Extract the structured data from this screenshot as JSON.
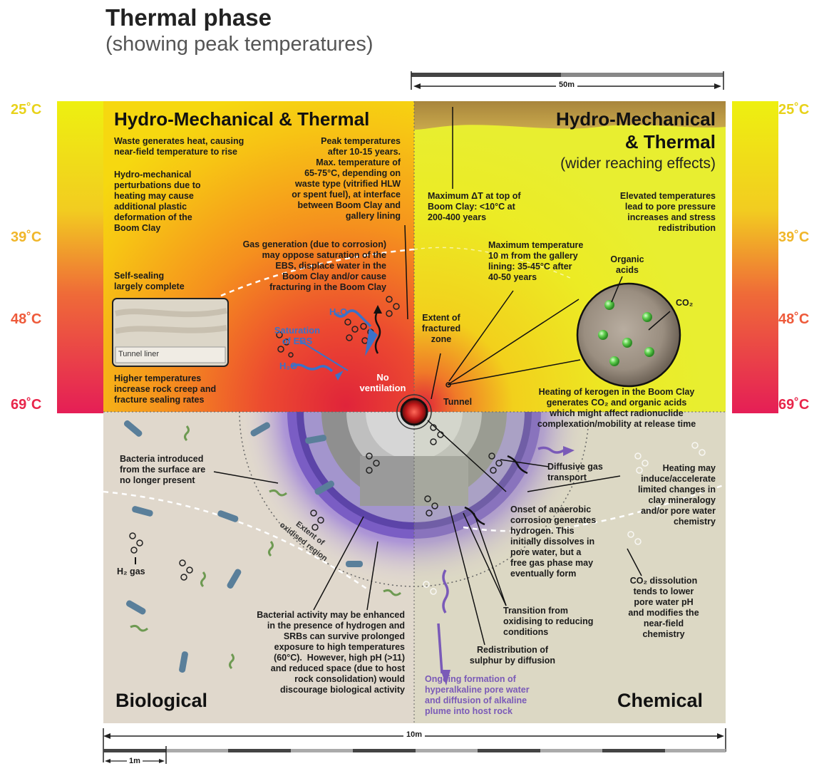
{
  "header": {
    "title": "Thermal phase",
    "subtitle": "(showing peak temperatures)"
  },
  "scale_bars": {
    "top": "50m",
    "bottom": "10m",
    "bottom_small": "1m"
  },
  "temperature_scale": {
    "ticks": [
      "25˚C",
      "39˚C",
      "48˚C",
      "69˚C"
    ],
    "colors": {
      "25˚C": "#e8d21a",
      "39˚C": "#f0b62a",
      "48˚C": "#ee5a3a",
      "69˚C": "#e8254a"
    }
  },
  "quadrants": {
    "top_left": {
      "heading": "Hydro-Mechanical & Thermal",
      "texts": {
        "waste_heat": "Waste generates heat, causing\nnear-field temperature to rise",
        "hydro_mech": "Hydro-mechanical\nperturbations due to\nheating may cause\nadditional plastic\ndeformation of the\nBoom Clay",
        "peak_temps": "Peak temperatures\nafter 10-15 years.\nMax. temperature of\n65-75°C, depending on\nwaste type (vitrified HLW\nor spent fuel), at interface\nbetween Boom Clay and\ngallery lining",
        "gas_generation": "Gas generation (due to corrosion)\nmay oppose saturation of the\nEBS, displace water in the\nBoom Clay and/or cause\nfracturing in the Boom Clay",
        "self_sealing": "Self-sealing\nlargely complete",
        "tunnel_liner": "Tunnel liner",
        "higher_temps": "Higher temperatures\nincrease rock creep and\nfracture sealing rates",
        "saturation": "Saturation\nof EBS",
        "h2o_a": "H₂O",
        "h2o_b": "H₂O",
        "no_ventilation": "No\nventilation"
      }
    },
    "top_right": {
      "heading_line1": "Hydro-Mechanical",
      "heading_line2": "& Thermal",
      "subheading": "(wider reaching effects)",
      "texts": {
        "max_delta_t": "Maximum ΔT at top of\nBoom Clay: <10°C at\n200-400 years",
        "elevated_temps": "Elevated temperatures\nlead to pore pressure\nincreases and stress\nredistribution",
        "max_temp_10m": "Maximum temperature\n10 m from the gallery\nlining: 35-45°C after\n40-50 years",
        "organic_acids": "Organic\nacids",
        "co2": "CO₂",
        "extent_fractured": "Extent of\nfractured\nzone",
        "tunnel": "Tunnel",
        "kerogen": "Heating of kerogen in the Boom Clay\ngenerates CO₂ and organic acids\nwhich might affect radionuclide\ncomplexation/mobility at release time"
      }
    },
    "bottom_left": {
      "heading": "Biological",
      "texts": {
        "bacteria_surface": "Bacteria introduced\nfrom the surface are\nno longer present",
        "h2_gas": "H₂ gas",
        "extent_oxidised": "Extent of\noxidised region",
        "bacterial_activity": "Bacterial activity may be enhanced\nin the presence of hydrogen and\nSRBs can survive prolonged\nexposure to high temperatures\n(60°C).  However, high pH (>11)\nand reduced space (due to host\nrock consolidation) would\ndiscourage biological activity"
      }
    },
    "bottom_right": {
      "heading": "Chemical",
      "texts": {
        "diffusive_gas": "Diffusive gas\ntransport",
        "heating_may": "Heating may\ninduce/accelerate\nlimited changes in\nclay mineralogy\nand/or pore water\nchemistry",
        "anaerobic": "Onset of anaerobic\ncorrosion generates\nhydrogen. This\ninitially dissolves in\npore water, but a\nfree gas phase may\neventually form",
        "co2_dissolution": "CO₂ dissolution\ntends to lower\npore water pH\nand modifies the\nnear-field\nchemistry",
        "transition": "Transition from\noxidising to reducing\nconditions",
        "redistribution": "Redistribution of\nsulphur by diffusion",
        "hyperalkaline": "Ongoing formation of\nhyperalkaline pore water\nand diffusion of alkaline\nplume into host rock"
      }
    }
  }
}
